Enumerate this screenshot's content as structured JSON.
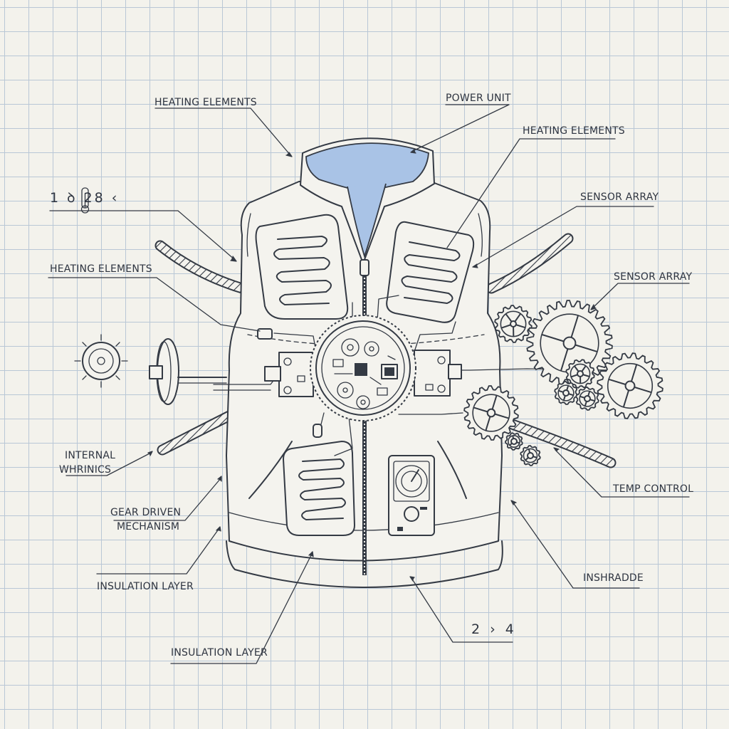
{
  "diagram": {
    "colors": {
      "ink": "#343a44",
      "paper": "#f3f2ec",
      "grid": "#b9c7d6",
      "collar_fill": "#a9c3e6"
    },
    "labels": {
      "heating_top_left": "HEATING ELEMENTS",
      "power_unit": "POWER UNIT",
      "heating_top_right": "HEATING ELEMENTS",
      "sensor_array_1": "SENSOR ARRAY",
      "sensor_array_2": "SENSOR ARRAY",
      "heating_left": "HEATING ELEMENTS",
      "internal_wiring_1": "INTERNAL",
      "internal_wiring_2": "WHRINICS",
      "gear_mechanism_1": "GEAR DRIVEN",
      "gear_mechanism_2": "MECHANISM",
      "insulation_left": "INSULATION LAYER",
      "insulation_bottom": "INSULATION LAYER",
      "temp_control": "TEMP CONTROL",
      "inshradde": "INSHRADDE",
      "marker_left": "1 ꝺ 28 ‹",
      "marker_bottom": "2 › 4"
    },
    "icons": [
      "thermometer-icon",
      "gauge-icon",
      "gear-icon",
      "circuit-board-icon",
      "zipper-icon",
      "heating-coil-icon",
      "dial-icon"
    ]
  }
}
